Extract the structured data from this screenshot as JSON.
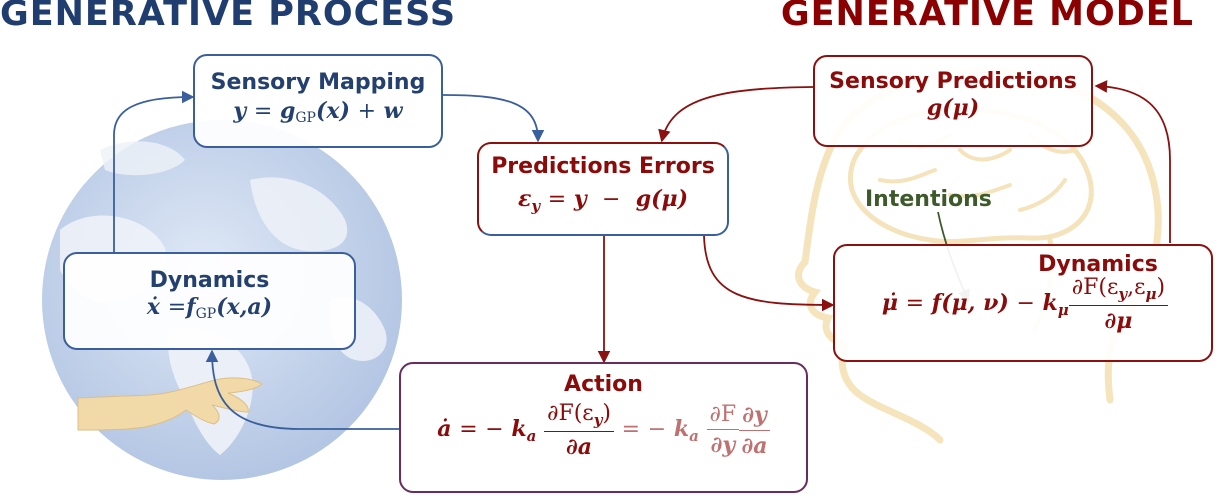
{
  "headings": {
    "left": "GENERATIVE PROCESS",
    "right": "GENERATIVE MODEL"
  },
  "illustrations": {
    "left": "globe-with-hand",
    "right": "head-with-brain-silhouette"
  },
  "colors": {
    "process_blue": "#24406f",
    "box_blue": "#3a5f9c",
    "model_red": "#8b0a0a",
    "action_purple": "#6a2b5e",
    "intentions_green": "#3d5a2a",
    "faded_red": "#c07070",
    "globe": "#b7c9e6",
    "head_outline": "#f3dfb0"
  },
  "boxes": {
    "sensory_mapping": {
      "title": "Sensory Mapping"
    },
    "dynamics_gp": {
      "title": "Dynamics"
    },
    "prediction_errors": {
      "title": "Predictions Errors"
    },
    "sensory_predictions": {
      "title": "Sensory Predictions"
    },
    "dynamics_gm": {
      "title": "Dynamics"
    },
    "action": {
      "title": "Action"
    }
  },
  "intentions": "Intentions",
  "equations": {
    "sensory_mapping": {
      "lhs": "y",
      "equals": "=",
      "g": "g",
      "sub": "GP",
      "arg": "(x)",
      "plus": "+",
      "noise": "w"
    },
    "dynamics_gp": {
      "lhs": "ẋ",
      "equals": "=",
      "f": "f",
      "sub": "GP",
      "arg": "(x,a)"
    },
    "prediction_errors": {
      "eps": "ε",
      "sub": "y",
      "equals": "=",
      "y": "y",
      "minus": "−",
      "g": "g",
      "arg": "(μ)"
    },
    "sensory_predictions": {
      "g": "g",
      "arg": "(μ)"
    },
    "dynamics_gm": {
      "lhs": "μ̇",
      "equals": "=",
      "f": "f",
      "args": "(μ, ν)",
      "minus": "−",
      "k": "k",
      "k_sub": "μ",
      "num": "∂F(ε",
      "num_sub1": "y",
      "num_mid": ",ε",
      "num_sub2": "μ",
      "num_end": ")",
      "den": "∂μ"
    },
    "action": {
      "lhs": "ȧ",
      "equals": "=",
      "minus": "−",
      "k": "k",
      "k_sub": "a",
      "num": "∂F(ε",
      "num_sub": "y",
      "num_end": ")",
      "den": "∂a",
      "eq2": "=",
      "minus2": "−",
      "k2": "k",
      "k2_sub": "a",
      "f2_num": "∂F",
      "f2_den": "∂y",
      "f3_num": "∂y",
      "f3_den": "∂a"
    }
  }
}
